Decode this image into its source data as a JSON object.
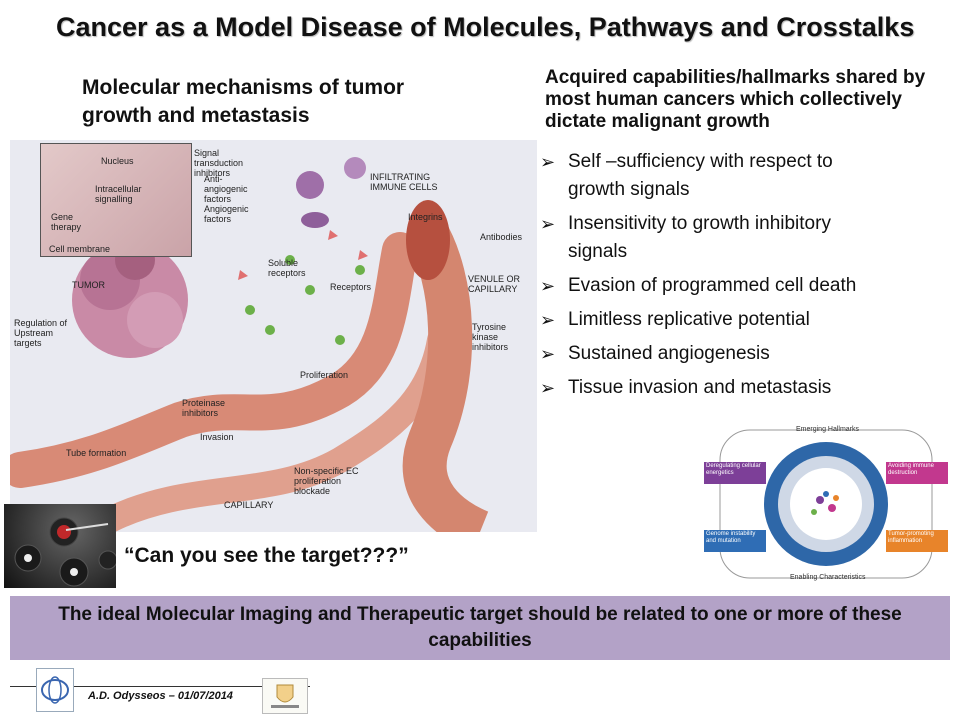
{
  "title": "Cancer as a Model Disease of Molecules, Pathways and Crosstalks",
  "left_heading": "Molecular mechanisms of tumor growth and metastasis",
  "right_heading": "Acquired capabilities/hallmarks shared by most human cancers which collectively dictate malignant growth",
  "hallmarks": [
    "Self –sufficiency with respect to growth signals",
    "Insensitivity to growth inhibitory signals",
    "Evasion of programmed cell death",
    "Limitless replicative potential",
    "Sustained angiogenesis",
    "Tissue invasion and metastasis"
  ],
  "bullet_icon": "arrow-bullet-icon",
  "illustration": {
    "inset_labels": {
      "nucleus": "Nucleus",
      "signalling": "Intracellular signalling",
      "gene_therapy": "Gene therapy",
      "membrane": "Cell membrane"
    },
    "labels": {
      "signal_inhibitors": "Signal transduction inhibitors",
      "anti_angiogenic": "Anti-angiogenic factors",
      "angiogenic": "Angiogenic factors",
      "infiltrating": "INFILTRATING IMMUNE CELLS",
      "integrins": "Integrins",
      "antibodies": "Antibodies",
      "soluble_receptors": "Soluble receptors",
      "receptors": "Receptors",
      "venule": "VENULE OR CAPILLARY",
      "tumor": "TUMOR",
      "regulation": "Regulation of Upstream targets",
      "tyrosine": "Tyrosine kinase inhibitors",
      "proliferation": "Proliferation",
      "proteinase": "Proteinase inhibitors",
      "invasion": "Invasion",
      "tube": "Tube formation",
      "nonspecific": "Non-specific EC proliferation blockade",
      "capillary": "CAPILLARY"
    }
  },
  "hallmarks_diagram": {
    "top_label": "Emerging Hallmarks",
    "bottom_label": "Enabling Characteristics",
    "boxes": [
      {
        "text": "Deregulating cellular energetics",
        "color": "#7d3f98"
      },
      {
        "text": "Avoiding immune destruction",
        "color": "#c2388e"
      },
      {
        "text": "Genome instability and mutation",
        "color": "#2f6db5"
      },
      {
        "text": "Tumor-promoting inflammation",
        "color": "#e8842a"
      }
    ]
  },
  "quote": "“Can you see the target???”",
  "banner": "The ideal Molecular Imaging and Therapeutic target should be related to one or more of these capabilities",
  "footer": {
    "author": "A.D. Odysseos – 01/07/2014"
  }
}
